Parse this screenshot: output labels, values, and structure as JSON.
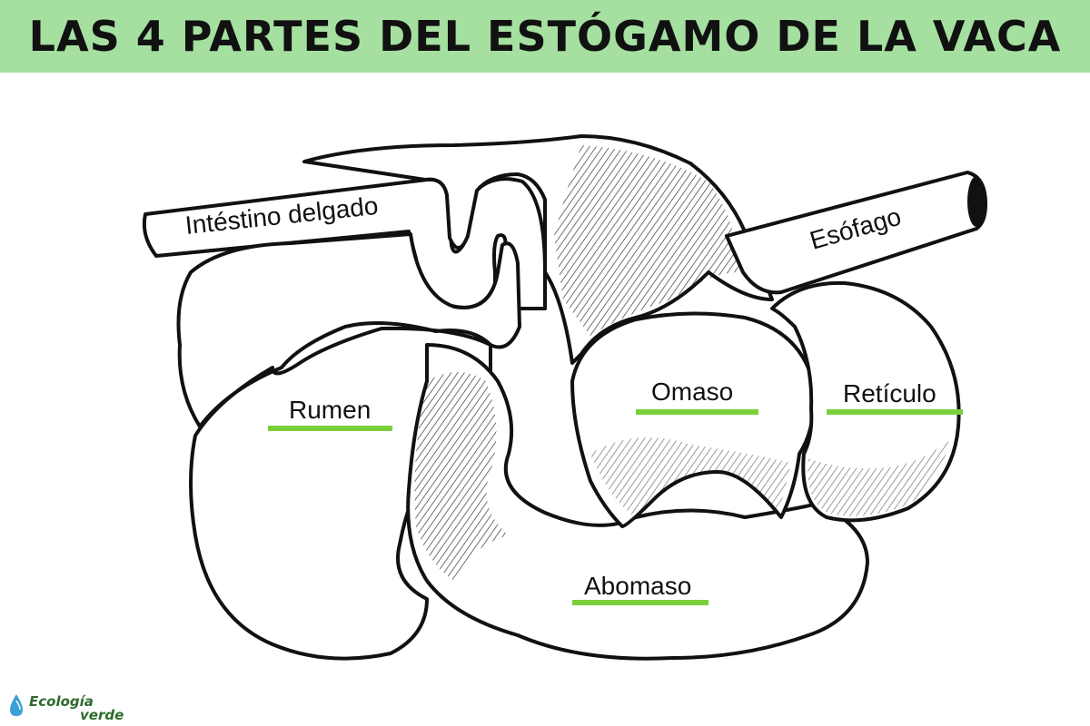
{
  "header": {
    "title": "LAS 4 PARTES DEL ESTÓGAMO DE LA VACA",
    "background_color": "#a5e0a0"
  },
  "diagram": {
    "labels": {
      "intestino": "Intéstino delgado",
      "esofago": "Esófago",
      "rumen": "Rumen",
      "omaso": "Omaso",
      "reticulo": "Retículo",
      "abomaso": "Abomaso"
    },
    "underline_color": "#7ad03c"
  },
  "logo": {
    "line1": "Ecología",
    "line2": "verde",
    "icon": "water-drop-icon"
  }
}
